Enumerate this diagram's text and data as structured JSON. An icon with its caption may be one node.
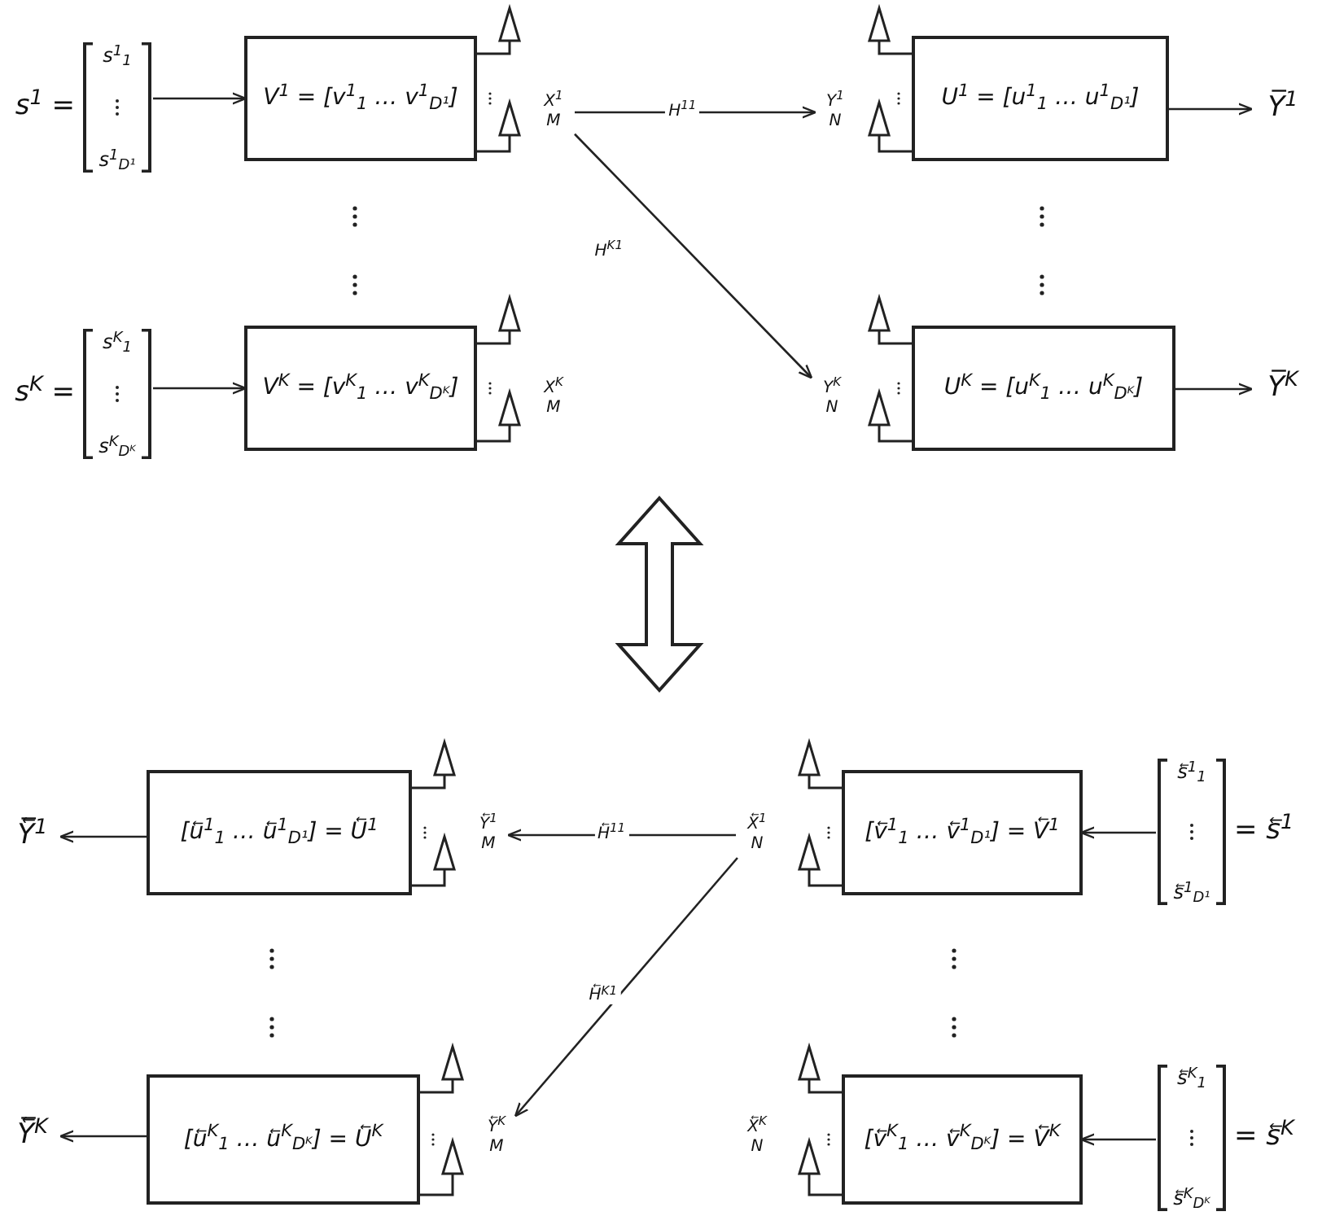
{
  "diagram": {
    "nodes": [
      {
        "text": [
          "s$^{1}$ =",
          "s$^{1}$$_{1}$",
          "s$^{1}$$_{D¹}$"
        ]
      },
      {
        "text": [
          "V$^{1}$ = [v$^{1}$$_{1}$ … v$^{1}$$_{D¹}$]"
        ]
      },
      {
        "text": [
          "X$^{1}$",
          "M"
        ]
      },
      {
        "text": [
          "Y$^{1}$",
          "N"
        ]
      },
      {
        "text": [
          "U$^{1}$ = [u$^{1}$$_{1}$ … u$^{1}$$_{D¹}$]"
        ]
      },
      {
        "text": [
          "Y̅$^{1}$"
        ]
      },
      {
        "text": [
          "s$^{K}$ =",
          "s$^{K}$$_{1}$",
          "s$^{K}$$_{Dᴷ}$"
        ]
      },
      {
        "text": [
          "V$^{K}$ = [v$^{K}$$_{1}$ … v$^{K}$$_{Dᴷ}$]"
        ]
      },
      {
        "text": [
          "X$^{K}$",
          "M"
        ]
      },
      {
        "text": [
          "Y$^{K}$",
          "N"
        ]
      },
      {
        "text": [
          "U$^{K}$ = [u$^{K}$$_{1}$ … u$^{K}$$_{Dᴷ}$]"
        ]
      },
      {
        "text": [
          "Y̅$^{K}$"
        ]
      },
      {
        "text": [
          "Y̅⃖$^{1}$"
        ]
      },
      {
        "text": [
          "[u⃖$^{1}$$_{1}$ … u⃖$^{1}$$_{D¹}$] = U⃖$^{1}$"
        ]
      },
      {
        "text": [
          "Y⃖$^{1}$",
          "M"
        ]
      },
      {
        "text": [
          "X⃖$^{1}$",
          "N"
        ]
      },
      {
        "text": [
          "[v⃖$^{1}$$_{1}$ … v⃖$^{1}$$_{D¹}$] = V⃖$^{1}$"
        ]
      },
      {
        "text": [
          "s⃖$^{1}$$_{1}$",
          "s⃖$^{1}$$_{D¹}$",
          "= s⃖$^{1}$"
        ]
      },
      {
        "text": [
          "Y̅⃖$^{K}$"
        ]
      },
      {
        "text": [
          "[u⃖$^{K}$$_{1}$ … u⃖$^{K}$$_{Dᴷ}$] = U⃖$^{K}$"
        ]
      },
      {
        "text": [
          "Y⃖$^{K}$",
          "M"
        ]
      },
      {
        "text": [
          "X⃖$^{K}$",
          "N"
        ]
      },
      {
        "text": [
          "[v⃖$^{K}$$_{1}$ … v⃖$^{K}$$_{Dᴷ}$] = V⃖$^{K}$"
        ]
      },
      {
        "text": [
          "s⃖$^{K}$$_{1}$",
          "s⃖$^{K}$$_{Dᴷ}$",
          "= s⃖$^{K}$"
        ]
      }
    ],
    "edges": [
      {
        "from": 0,
        "to": 1,
        "arrow": "to"
      },
      {
        "from": 2,
        "to": 3,
        "arrow": "to",
        "label": "H$^{11}$"
      },
      {
        "from": 2,
        "to": 9,
        "arrow": "to",
        "label": "H$^{K1}$"
      },
      {
        "from": 4,
        "to": 5,
        "arrow": "to"
      },
      {
        "from": 6,
        "to": 7,
        "arrow": "to"
      },
      {
        "from": 10,
        "to": 11,
        "arrow": "to"
      },
      {
        "from": 13,
        "to": 12,
        "arrow": "to"
      },
      {
        "from": 15,
        "to": 14,
        "arrow": "to",
        "label": "H⃖$^{11}$"
      },
      {
        "from": 15,
        "to": 20,
        "arrow": "to",
        "label": "H⃖$^{K1}$"
      },
      {
        "from": 17,
        "to": 16,
        "arrow": "to"
      },
      {
        "from": 23,
        "to": 22,
        "arrow": "to"
      },
      {
        "from": 19,
        "to": 18,
        "arrow": "to"
      }
    ]
  }
}
